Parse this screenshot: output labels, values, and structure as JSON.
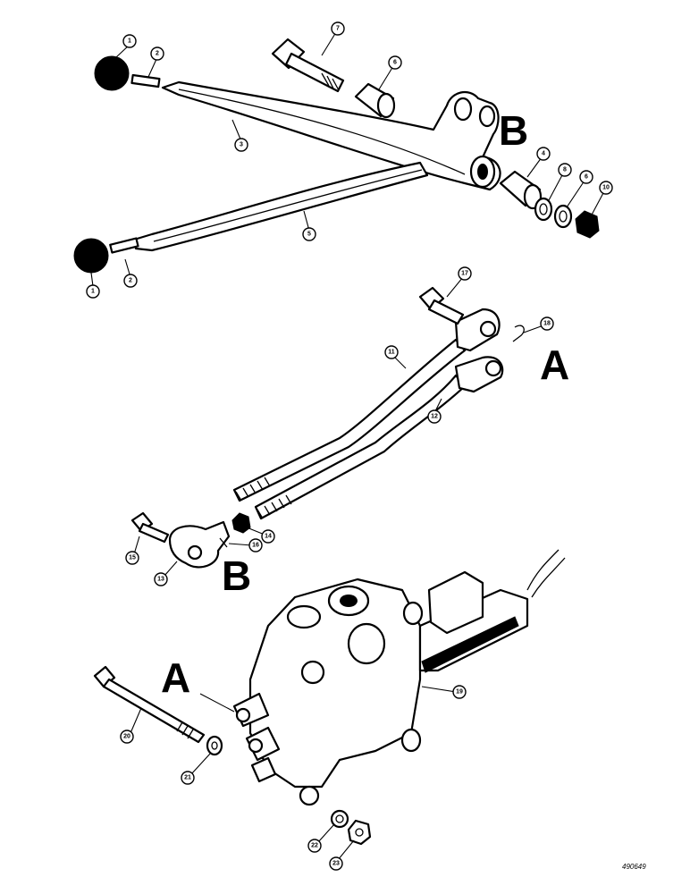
{
  "callouts": [
    {
      "id": "c1a",
      "label": "1"
    },
    {
      "id": "c2a",
      "label": "2"
    },
    {
      "id": "c3",
      "label": "3"
    },
    {
      "id": "c7",
      "label": "7"
    },
    {
      "id": "c6",
      "label": "6"
    },
    {
      "id": "c4",
      "label": "4"
    },
    {
      "id": "c8",
      "label": "8"
    },
    {
      "id": "c6b",
      "label": "6"
    },
    {
      "id": "c10",
      "label": "10"
    },
    {
      "id": "c5",
      "label": "5"
    },
    {
      "id": "c1b",
      "label": "1"
    },
    {
      "id": "c2b",
      "label": "2"
    },
    {
      "id": "c17",
      "label": "17"
    },
    {
      "id": "c18",
      "label": "18"
    },
    {
      "id": "c11",
      "label": "11"
    },
    {
      "id": "c12",
      "label": "12"
    },
    {
      "id": "c14",
      "label": "14"
    },
    {
      "id": "c15",
      "label": "15"
    },
    {
      "id": "c16",
      "label": "16"
    },
    {
      "id": "c13",
      "label": "13"
    },
    {
      "id": "c19",
      "label": "19"
    },
    {
      "id": "c20",
      "label": "20"
    },
    {
      "id": "c21",
      "label": "21"
    },
    {
      "id": "c22",
      "label": "22"
    },
    {
      "id": "c23",
      "label": "23"
    }
  ],
  "letters": {
    "b_top": "B",
    "a_mid": "A",
    "b_mid": "B",
    "a_bottom": "A"
  },
  "figure_code": "490649"
}
